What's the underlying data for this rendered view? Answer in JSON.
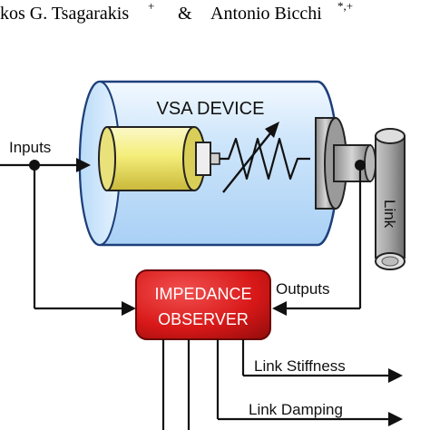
{
  "header": {
    "author_left_name": "kos G. Tsagarakis",
    "author_left_sup": "+",
    "conjunction": "&",
    "author_right_name": "Antonio Bicchi",
    "author_right_sup": "*,+"
  },
  "diagram": {
    "device_label": "VSA DEVICE",
    "inputs_label": "Inputs",
    "link_label": "Link",
    "outputs_label": "Outputs",
    "observer_line1": "IMPEDANCE",
    "observer_line2": "OBSERVER",
    "out_stiffness_label": "Link Stiffness",
    "out_damping_label": "Link Damping"
  },
  "colors": {
    "cylinder_fill": "#cfe6fb",
    "cylinder_edge": "#1d3f7a",
    "motor_yellow": "#f4ee7a",
    "observer_red": "#d81818",
    "wire": "#111111"
  }
}
